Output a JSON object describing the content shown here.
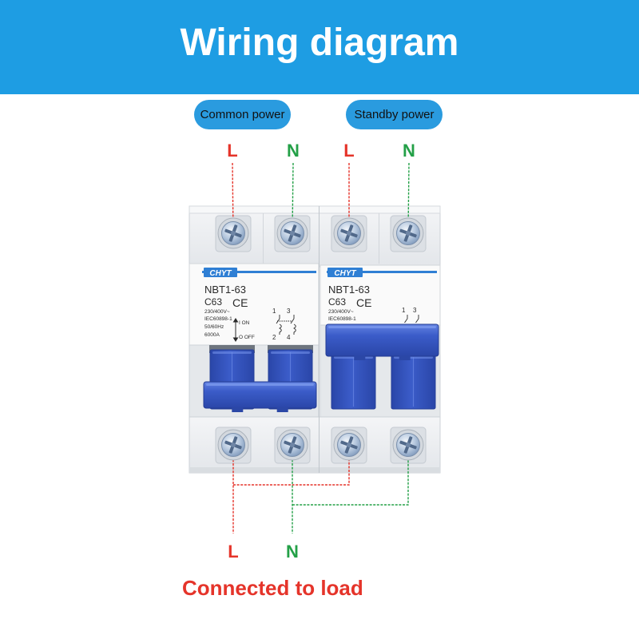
{
  "header": {
    "title": "Wiring diagram"
  },
  "supplies": [
    {
      "label": "Common power",
      "terminals": [
        "L",
        "N"
      ]
    },
    {
      "label": "Standby power",
      "terminals": [
        "L",
        "N"
      ]
    }
  ],
  "breakers": [
    {
      "brand": "CHYT",
      "model": "NBT1-63",
      "rating": "C63",
      "mark": "CE",
      "voltage": "230/400V~",
      "standard": "IEC60898-1",
      "frequency": "50/60Hz",
      "breaking_capacity": "6000A",
      "on_label": "I ON",
      "off_label": "O OFF",
      "line_terminals": [
        "1",
        "3"
      ],
      "load_terminals": [
        "2",
        "4"
      ],
      "handle_up": false
    },
    {
      "brand": "CHYT",
      "model": "NBT1-63",
      "rating": "C63",
      "mark": "CE",
      "voltage": "230/400V~",
      "standard": "IEC60898-1",
      "line_terminals": [
        "1",
        "3"
      ],
      "handle_up": true
    }
  ],
  "load": {
    "terminals": [
      "L",
      "N"
    ],
    "label": "Connected to load"
  },
  "colors": {
    "header_blue": "#1E9DE3",
    "pill_blue": "#2A9BDF",
    "live_red": "#E5342A",
    "neutral_green": "#23A047",
    "handle_blue": "#3B5CC9",
    "brand_blue": "#2F7FD4"
  }
}
